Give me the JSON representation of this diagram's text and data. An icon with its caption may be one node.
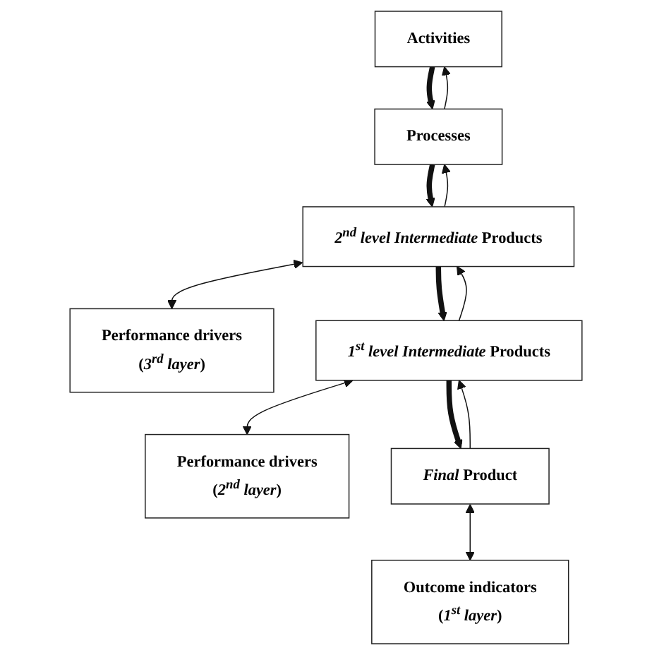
{
  "diagram": {
    "nodes": [
      {
        "text": [
          "Activities"
        ]
      },
      {
        "text": [
          "Processes"
        ]
      },
      {
        "text": [
          "*2$^{nd}$ level Intermediate* Products"
        ]
      },
      {
        "text": [
          "Performance drivers",
          "(*3$^{rd}$ layer*)"
        ]
      },
      {
        "text": [
          "*1$^{st}$ level Intermediate* Products"
        ]
      },
      {
        "text": [
          "Performance drivers",
          "(*2$^{nd}$ layer*)"
        ]
      },
      {
        "text": [
          "*Final* Product"
        ]
      },
      {
        "text": [
          "Outcome indicators",
          "(*1$^{st}$ layer*)"
        ]
      }
    ],
    "edges": [
      {
        "from": 0,
        "to": 1,
        "arrow": "to",
        "style": "thick"
      },
      {
        "from": 1,
        "to": 0,
        "arrow": "to"
      },
      {
        "from": 1,
        "to": 2,
        "arrow": "to",
        "style": "thick"
      },
      {
        "from": 2,
        "to": 1,
        "arrow": "to"
      },
      {
        "from": 2,
        "to": 3,
        "arrow": "both"
      },
      {
        "from": 2,
        "to": 4,
        "arrow": "to",
        "style": "thick"
      },
      {
        "from": 4,
        "to": 2,
        "arrow": "to"
      },
      {
        "from": 4,
        "to": 5,
        "arrow": "both"
      },
      {
        "from": 4,
        "to": 6,
        "arrow": "to",
        "style": "thick"
      },
      {
        "from": 6,
        "to": 4,
        "arrow": "to"
      },
      {
        "from": 6,
        "to": 7,
        "arrow": "both"
      }
    ]
  }
}
